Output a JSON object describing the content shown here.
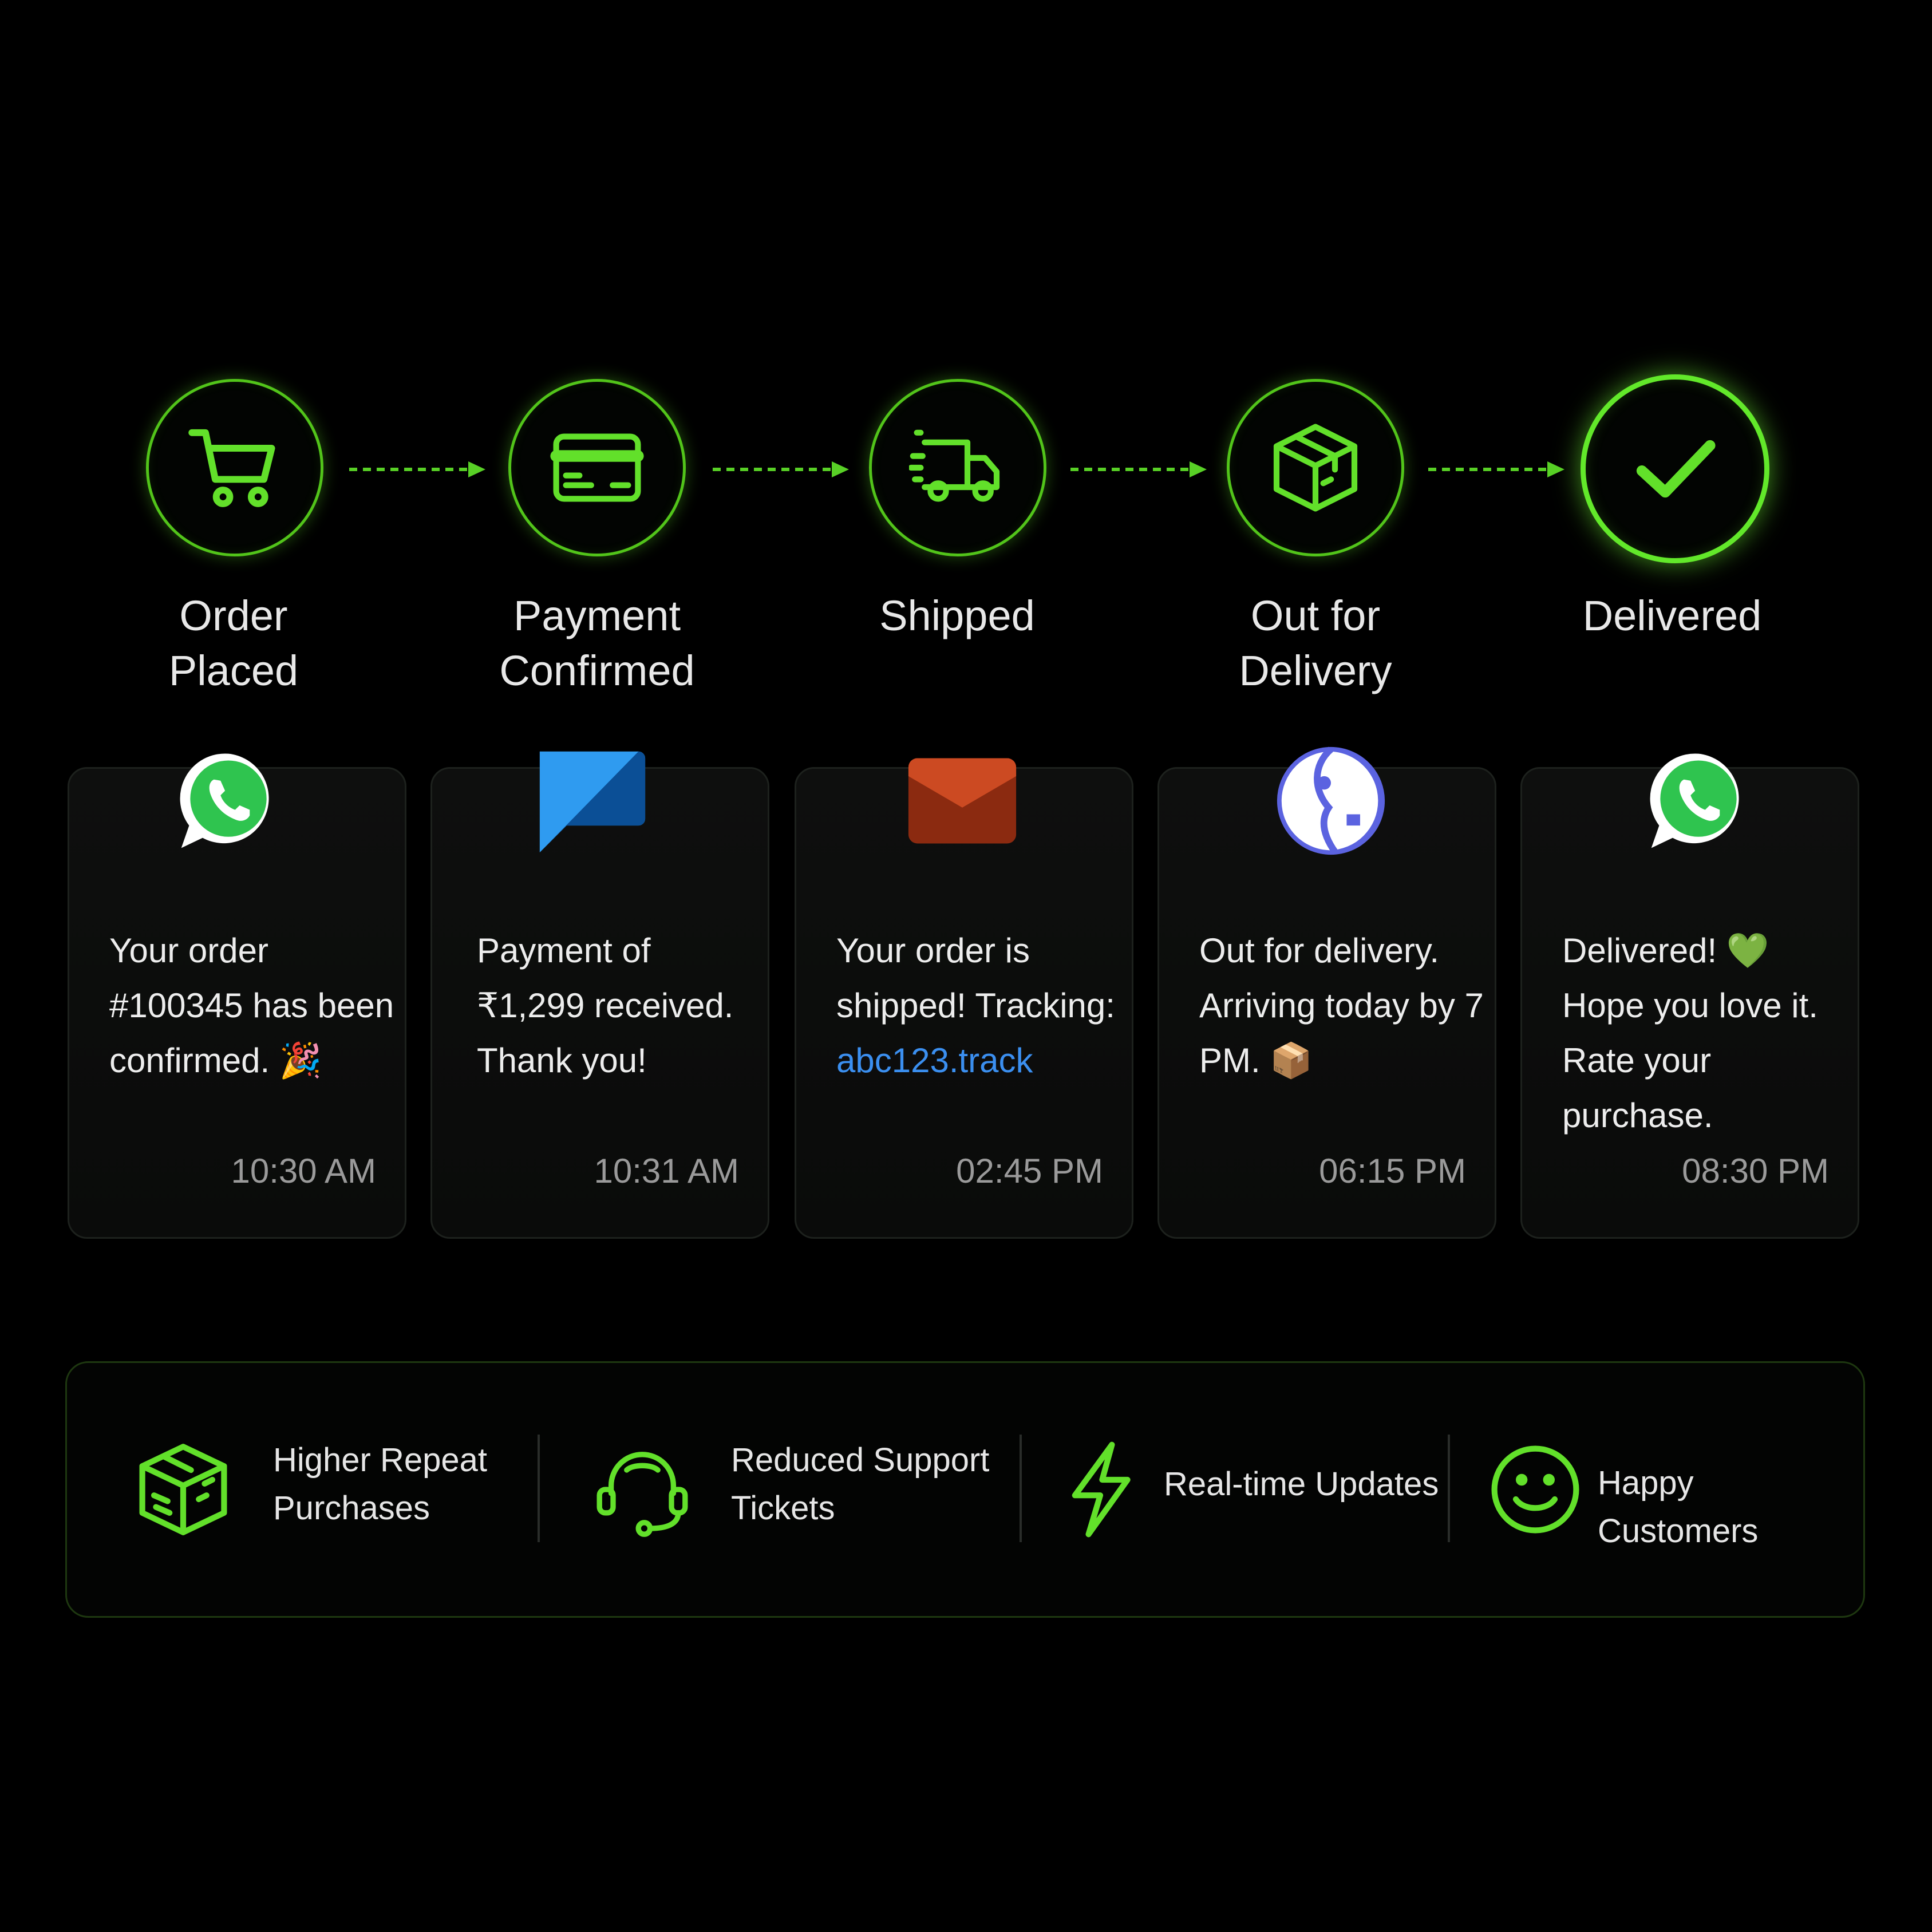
{
  "accent_color": "#5fe02a",
  "steps": [
    {
      "label": "Order\nPlaced",
      "icon": "cart-icon"
    },
    {
      "label": "Payment\nConfirmed",
      "icon": "credit-card-icon"
    },
    {
      "label": "Shipped",
      "icon": "truck-icon"
    },
    {
      "label": "Out for\nDelivery",
      "icon": "package-icon"
    },
    {
      "label": "Delivered",
      "icon": "checkmark-icon"
    }
  ],
  "cards": [
    {
      "icon": "whatsapp-icon",
      "text": "Your order #100345 has been confirmed. 🎉",
      "time": "10:30 AM"
    },
    {
      "icon": "sms-chat-icon",
      "text": "Payment of ₹1,299 received. Thank you!",
      "time": "10:31 AM"
    },
    {
      "icon": "email-icon",
      "text_before_link": "Your order is shipped! Tracking: ",
      "link": "abc123.track",
      "time": "02:45 PM"
    },
    {
      "icon": "messenger-face-icon",
      "text": "Out for delivery. Arriving today by 7 PM. 📦",
      "time": "06:15 PM"
    },
    {
      "icon": "whatsapp-icon",
      "text": "Delivered! 💚\nHope you love it.\nRate your purchase.",
      "time": "08:30 PM"
    }
  ],
  "benefits": [
    {
      "icon": "package-icon",
      "label": "Higher Repeat\nPurchases"
    },
    {
      "icon": "headset-icon",
      "label": "Reduced Support\nTickets"
    },
    {
      "icon": "lightning-icon",
      "label": "Real-time Updates"
    },
    {
      "icon": "smiley-icon",
      "label": "Happy Customers"
    }
  ]
}
